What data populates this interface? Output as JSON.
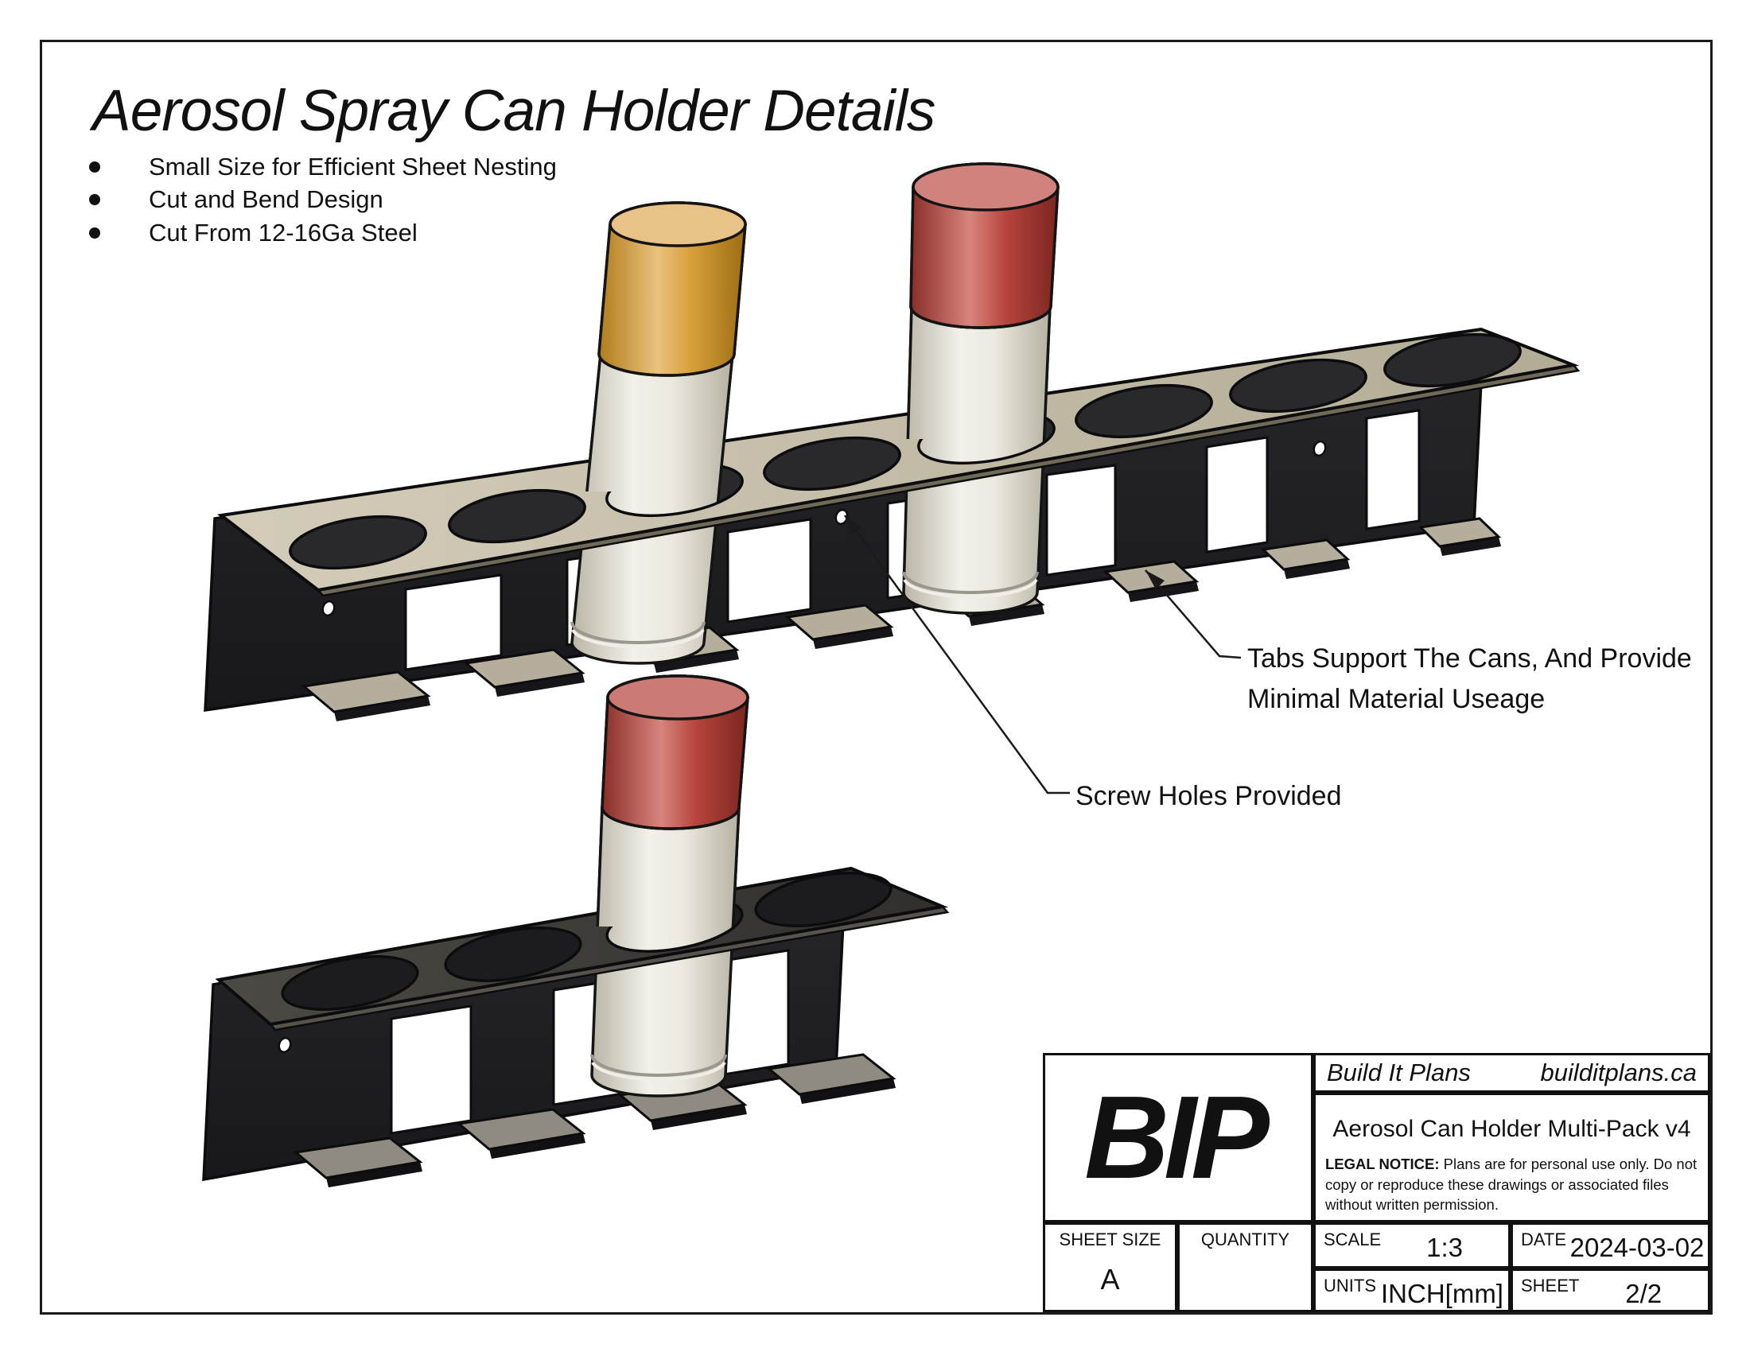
{
  "page": {
    "title": "Aerosol Spray Can Holder Details",
    "bullets": [
      "Small Size for Efficient Sheet Nesting",
      "Cut and Bend Design",
      "Cut From 12-16Ga Steel"
    ]
  },
  "annotations": {
    "tabs_line1": "Tabs Support The Cans, And Provide",
    "tabs_line2": "Minimal Material Useage",
    "screw": "Screw Holes Provided"
  },
  "title_block": {
    "logo": "BIP",
    "company": "Build It Plans",
    "website": "builditplans.ca",
    "drawing_title": "Aerosol Can Holder Multi-Pack v4",
    "legal_label": "LEGAL NOTICE:",
    "legal_text": " Plans are for personal use only. Do not copy or reproduce these drawings or associated files without written permission.",
    "fields": {
      "sheet_size": {
        "label": "SHEET SIZE",
        "value": "A"
      },
      "quantity": {
        "label": "QUANTITY",
        "value": ""
      },
      "scale": {
        "label": "SCALE",
        "value": "1:3"
      },
      "units": {
        "label": "UNITS",
        "value": "INCH[mm]"
      },
      "date": {
        "label": "DATE",
        "value": "2024-03-02"
      },
      "sheet": {
        "label": "SHEET",
        "value": "2/2"
      }
    }
  },
  "colors": {
    "can_cap_yellow": "#d8a13a",
    "can_cap_red": "#b5443c",
    "can_body": "#ece9df",
    "holder_steel_dark": "#1d1d20",
    "holder_flange_tan": "#c8c2ae",
    "line": "#111111"
  }
}
